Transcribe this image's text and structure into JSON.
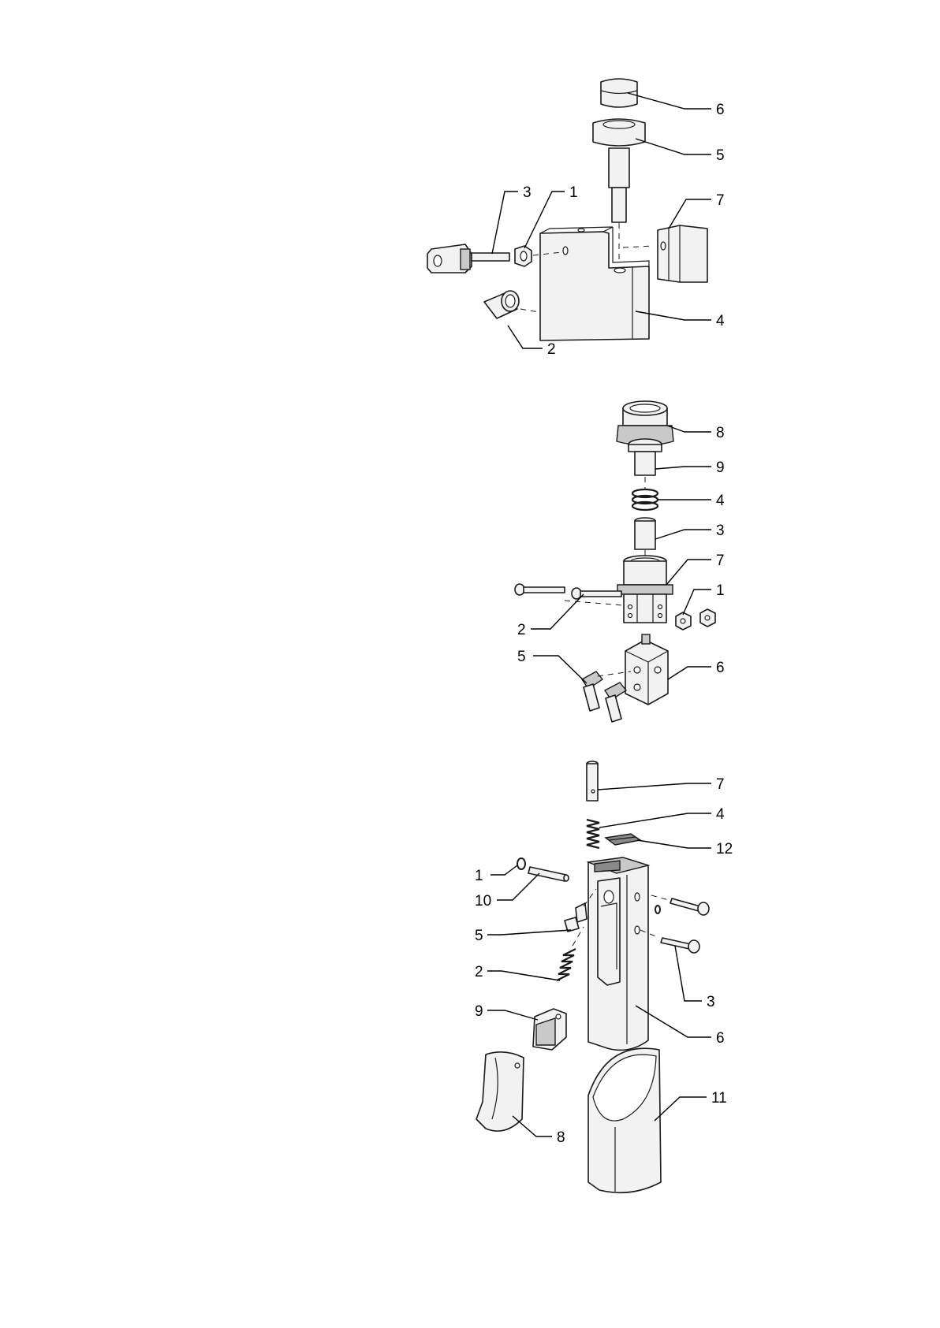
{
  "views": [
    {
      "id": "assembly-1",
      "callouts": [
        {
          "id": "a1-6",
          "text": "6"
        },
        {
          "id": "a1-5",
          "text": "5"
        },
        {
          "id": "a1-7",
          "text": "7"
        },
        {
          "id": "a1-3",
          "text": "3"
        },
        {
          "id": "a1-1",
          "text": "1"
        },
        {
          "id": "a1-4",
          "text": "4"
        },
        {
          "id": "a1-2",
          "text": "2"
        }
      ]
    },
    {
      "id": "assembly-2",
      "callouts": [
        {
          "id": "a2-8",
          "text": "8"
        },
        {
          "id": "a2-9",
          "text": "9"
        },
        {
          "id": "a2-4",
          "text": "4"
        },
        {
          "id": "a2-3",
          "text": "3"
        },
        {
          "id": "a2-7",
          "text": "7"
        },
        {
          "id": "a2-1",
          "text": "1"
        },
        {
          "id": "a2-2",
          "text": "2"
        },
        {
          "id": "a2-5",
          "text": "5"
        },
        {
          "id": "a2-6",
          "text": "6"
        }
      ]
    },
    {
      "id": "assembly-3",
      "callouts": [
        {
          "id": "a3-7",
          "text": "7"
        },
        {
          "id": "a3-4",
          "text": "4"
        },
        {
          "id": "a3-12",
          "text": "12"
        },
        {
          "id": "a3-1",
          "text": "1"
        },
        {
          "id": "a3-10",
          "text": "10"
        },
        {
          "id": "a3-5",
          "text": "5"
        },
        {
          "id": "a3-2",
          "text": "2"
        },
        {
          "id": "a3-3",
          "text": "3"
        },
        {
          "id": "a3-9",
          "text": "9"
        },
        {
          "id": "a3-6",
          "text": "6"
        },
        {
          "id": "a3-11",
          "text": "11"
        },
        {
          "id": "a3-8",
          "text": "8"
        }
      ]
    }
  ]
}
